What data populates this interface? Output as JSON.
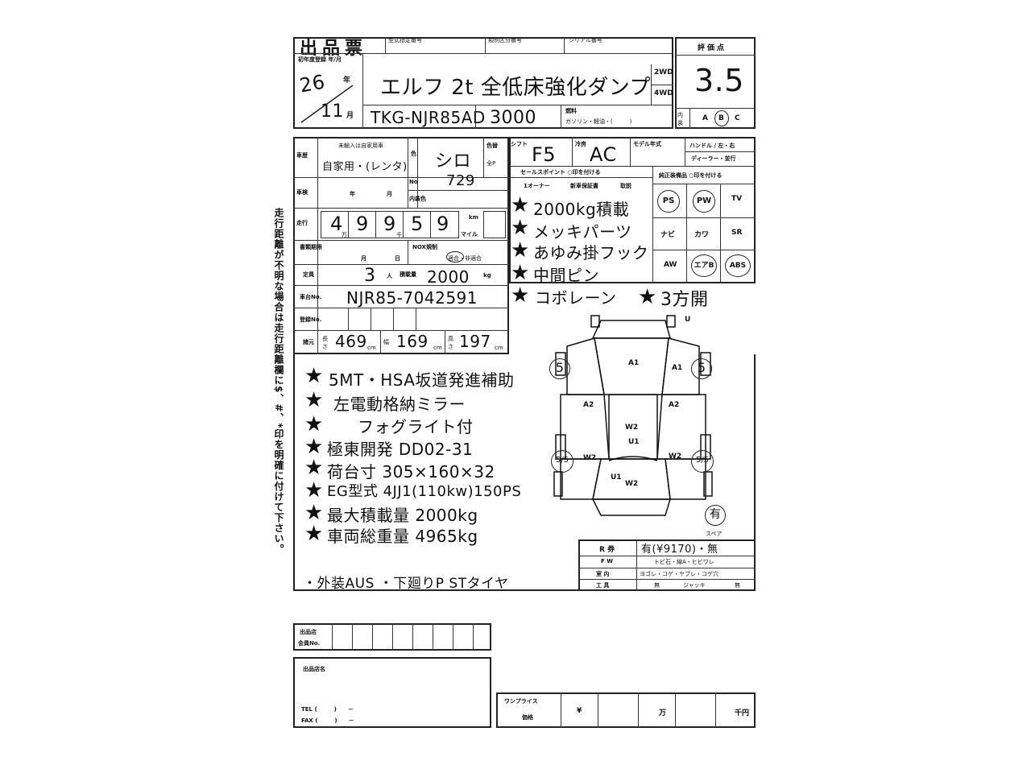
{
  "header": {
    "title": "出品票",
    "model_designation_label": "型式指定番号",
    "category_label": "類別区分番号",
    "serial_label": "シリアル番号",
    "first_reg_label": "初年度登録 年/月",
    "year_val": "26",
    "year_unit": "年",
    "month_val": "11",
    "month_unit": "月",
    "car_name": "エルフ 2t 全低床強化ダンプ",
    "model_code": "TKG-NJR85AD",
    "displacement": "3000",
    "drive_2wd": "2WD",
    "drive_4wd": "4WD",
    "fuel_label": "燃料",
    "fuel_options": "ガソリン・軽油・(　　　)"
  },
  "score": {
    "label": "評価点",
    "value": "3.5",
    "interior_label": "内装",
    "grades": [
      "A",
      "B",
      "C"
    ]
  },
  "spec": {
    "history_label": "車歴",
    "import_label": "未輸入は自家用車",
    "usage": "自家用・(レンタ)",
    "color_label": "色",
    "color_val": "シロ",
    "color_change_label": "色替",
    "color_change_opt": "全P",
    "no_label": "No",
    "color_no": "729",
    "inner_color_label": "内装色",
    "inspection_label": "車検",
    "inspection_year": "年",
    "inspection_month": "月",
    "mileage_label": "走行",
    "mileage_digits": [
      "4",
      "9",
      "9",
      "5",
      "9"
    ],
    "mileage_man": "万",
    "mileage_sen": "千",
    "km_label": "km",
    "mile_label": "マイル",
    "storage_label": "書類期限",
    "storage_month": "月",
    "storage_day": "日",
    "nox_label": "NOX規制",
    "nox_opt": "適合・非適合",
    "capacity_label": "定員",
    "capacity_val": "3",
    "capacity_unit": "人",
    "load_label": "積載量",
    "load_val": "2000",
    "load_unit": "kg",
    "chassis_label": "車台No.",
    "chassis_val": "NJR85-7042591",
    "reg_label": "登録No.",
    "dims_label": "諸元",
    "len_label": "長さ",
    "len_val": "469",
    "wid_label": "幅",
    "wid_val": "169",
    "hgt_label": "高さ",
    "hgt_val": "197",
    "cm": "cm",
    "shift_label": "シフト",
    "shift_val": "F5",
    "ac_label": "冷房",
    "ac_val": "AC",
    "model_year_label": "モデル年式",
    "handle_label": "ハンドル / 左・右",
    "dealer_label": "ディーラー・並行"
  },
  "selling_points": {
    "label": "セールスポイント ○印を付ける",
    "opts": [
      "1オーナー",
      "新車保証書",
      "取説"
    ],
    "items": [
      "2000kg積載",
      "メッキパーツ",
      "あゆみ掛フック",
      "中間ピン",
      "コボレーン"
    ],
    "extra": "3方開"
  },
  "equipment": {
    "label": "純正装備品 ○印を付ける",
    "items": [
      "PS",
      "PW",
      "TV",
      "ナビ",
      "カワ",
      "SR",
      "AW",
      "エアB",
      "ABS"
    ]
  },
  "notes": [
    "5MT・HSA坂道発進補助",
    "左電動格納ミラー",
    "フォグライト付",
    "極東開発 DD02-31",
    "荷台寸 305×160×32",
    "EG型式 4JJ1(110kw)150PS",
    "最大積載量 2000kg",
    "車両総重量 4965kg"
  ],
  "remarks": "・外装AUS ・下廻りP STタイヤ",
  "diagram": {
    "marks": [
      "A1",
      "A1",
      "A2",
      "A2",
      "W2",
      "U1",
      "W2",
      "W2",
      "U1",
      "W2",
      "U"
    ],
    "tire_front": "5",
    "tire_rear": "5/5",
    "spare_label": "スペア",
    "spare_mark": "有"
  },
  "recycle": {
    "label": "R 券",
    "value": "有(¥9170)・無",
    "fw_label": "F W",
    "fw_val": "トビ石・線A・ヒビワレ",
    "interior_label": "室 内",
    "interior_val": "ヨゴレ・コゲ・ヤブレ・コゲ穴",
    "tool_label": "工 具",
    "tool_vals": [
      "無",
      "ジャッキ",
      "無"
    ]
  },
  "side_note": "走行距離が不明な場合は走行距離欄に$、#、*印を明確に付けて下さい。",
  "footer": {
    "store_label": "出品店",
    "member_label": "会員No.",
    "store_name_label": "出品店名",
    "tel": "TEL (　　　)　　－",
    "fax": "FAX (　　　)　　－",
    "price_label1": "ワンプライス",
    "price_label2": "価格",
    "yen": "¥",
    "man": "万",
    "senyen": "千円"
  }
}
